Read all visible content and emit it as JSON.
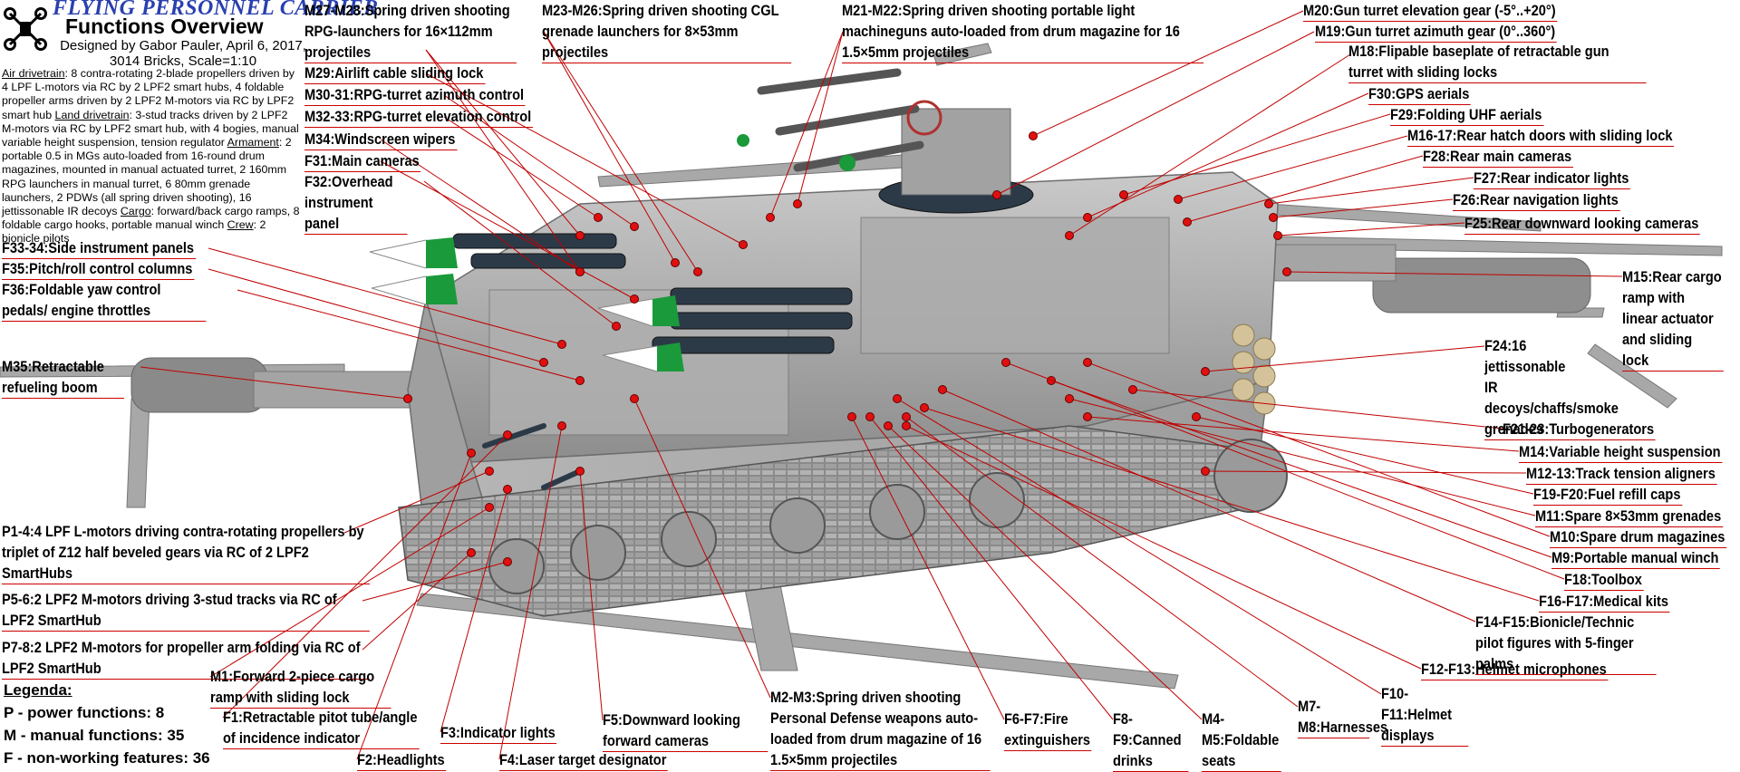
{
  "header": {
    "title": "FLYING PERSONNEL CARRIER",
    "subtitle": "Functions Overview",
    "byline": "Designed by Gabor Pauler, April 6, 2017, 3014 Bricks, Scale=1:10"
  },
  "description": {
    "air_head": "Air drivetrain",
    "air_text": ": 8 contra-rotating 2-blade propellers driven by 4 LPF L-motors via RC by 2 LPF2 smart hubs, 4 foldable propeller arms driven by 2 LPF2 M-motors via RC by LPF2 smart hub ",
    "land_head": "Land drivetrain",
    "land_text": ": 3-stud tracks driven by 2 LPF2 M-motors via RC by LPF2 smart hub, with 4 bogies, manual variable height suspension, tension regulator ",
    "arm_head": "Armament",
    "arm_text": ": 2 portable 0.5 in MGs auto-loaded from 16-round drum magazines, mounted in manual actuated turret, 2 160mm RPG launchers in manual turret, 6 80mm grenade launchers, 2 PDWs (all spring driven shooting), 16 jettissonable IR decoys ",
    "cargo_head": "Cargo",
    "cargo_text": ": forward/back cargo ramps, 8 foldable cargo hooks, portable manual winch ",
    "crew_head": "Crew",
    "crew_text": ": 2 bionicle pilots"
  },
  "legend": {
    "heading": "Legenda:",
    "p": "P - power functions: 8",
    "m": "M - manual functions: 35",
    "f": "F - non-working features: 36"
  },
  "labels": {
    "m27": "M27-M28:Spring driven shooting RPG-launchers for 16×112mm projectiles",
    "m23": "M23-M26:Spring driven shooting CGL grenade launchers for 8×53mm projectiles",
    "m21": "M21-M22:Spring driven shooting portable light machineguns auto-loaded from drum magazine for 16 1.5×5mm projectiles",
    "m20": "M20:Gun turret elevation gear (-5°..+20°)",
    "m19": "M19:Gun turret azimuth gear (0°..360°)",
    "m18": "M18:Flipable baseplate of retractable gun turret with sliding locks",
    "f30": "F30:GPS aerials",
    "f29": "F29:Folding UHF aerials",
    "m16": "M16-17:Rear hatch doors with sliding lock",
    "f28": "F28:Rear main cameras",
    "f27": "F27:Rear indicator lights",
    "f26": "F26:Rear navigation lights",
    "f25": "F25:Rear downward looking cameras",
    "m15": "M15:Rear cargo ramp with linear actuator and sliding lock",
    "f24": "F24:16 jettissonable IR decoys/chaffs/smoke grenades",
    "f21": "F21-23:Turbogenerators",
    "m14": "M14:Variable height suspension",
    "m12": "M12-13:Track tension aligners",
    "f19": "F19-F20:Fuel refill caps",
    "m11": "M11:Spare 8×53mm grenades",
    "m10": "M10:Spare drum magazines",
    "m9": "M9:Portable manual winch",
    "f18": "F18:Toolbox",
    "f16": "F16-F17:Medical kits",
    "f14": "F14-F15:Bionicle/Technic pilot figures with 5-finger palms",
    "f12": "F12-F13:Helmet microphones",
    "f10": "F10-F11:Helmet displays",
    "m7": "M7-M8:Harnesses",
    "m4": "M4-M5:Foldable seats",
    "f8": "F8-F9:Canned drinks",
    "f6": "F6-F7:Fire extinguishers",
    "m2": "M2-M3:Spring driven shooting Personal Defense weapons auto-loaded from drum magazine of 16 1.5×5mm projectiles",
    "f5": "F5:Downward looking forward cameras",
    "f4": "F4:Laser target designator",
    "f3": "F3:Indicator lights",
    "f2": "F2:Headlights",
    "f1": "F1:Retractable pitot tube/angle of incidence indicator",
    "m1": "M1:Forward 2-piece cargo ramp with sliding lock",
    "p7": "P7-8:2 LPF2 M-motors for propeller arm folding via RC of LPF2 SmartHub",
    "p5": "P5-6:2 LPF2 M-motors driving 3-stud tracks via RC of LPF2 SmartHub",
    "p1": "P1-4:4 LPF L-motors driving contra-rotating propellers by triplet of Z12 half beveled gears via RC of 2 LPF2 SmartHubs",
    "m35": "M35:Retractable refueling boom",
    "f36": "F36:Foldable yaw control pedals/ engine throttles",
    "f35": "F35:Pitch/roll control columns",
    "f33": "F33-34:Side instrument panels",
    "f32": "F32:Overhead instrument panel",
    "f31": "F31:Main cameras",
    "m34": "M34:Windscreen wipers",
    "m32": "M32-33:RPG-turret elevation control",
    "m30": "M30-31:RPG-turret azimuth control",
    "m29": "M29:Airlift cable sliding lock"
  },
  "colors": {
    "title": "#2a3fb0",
    "leader": "#c00000",
    "marker": "#e01010",
    "body_grey": "#9a9a9a",
    "warhead_green": "#1a9a3a"
  }
}
